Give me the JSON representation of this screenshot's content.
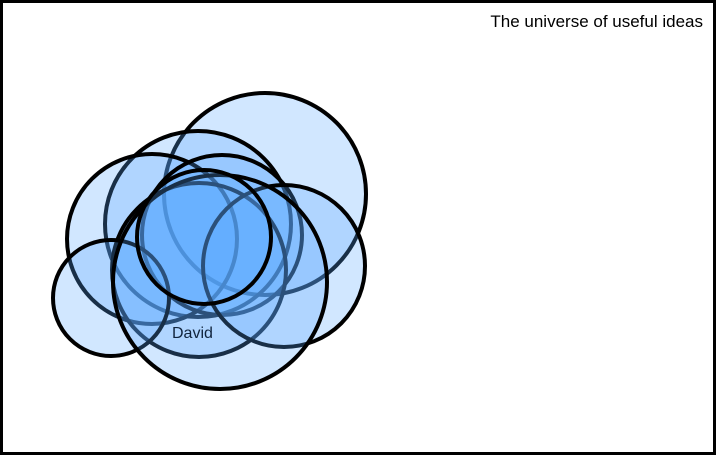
{
  "diagram": {
    "title": "The universe of useful ideas",
    "circle_label": "David",
    "colors": {
      "circle_fill": "#5aa9ff",
      "circle_stroke": "#000000",
      "frame_stroke": "#000000",
      "background": "#ffffff"
    },
    "circle_count": 9
  }
}
